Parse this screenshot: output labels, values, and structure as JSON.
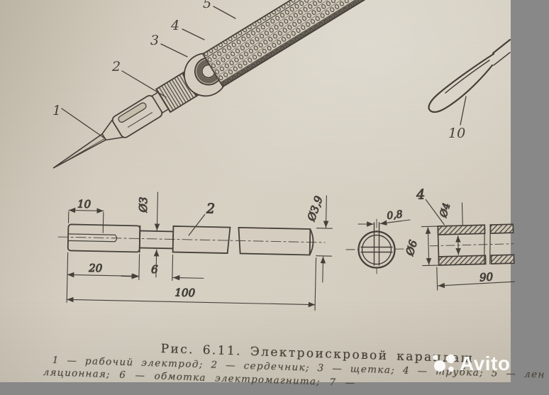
{
  "figure": {
    "caption": "Рис. 6.11. Электроискровой карандаш",
    "legend_line_1": "1 — рабочий электрод; 2 — сердечник; 3 — щетка; 4 — трубка; 5 — лен",
    "legend_line_2": "ляционная; 6 — обмотка электромагнита; 7 —"
  },
  "pictorial_labels": {
    "electrode": "1",
    "core": "2",
    "brush": "3",
    "tube": "4",
    "body": "5",
    "clip": "10"
  },
  "shaft_drawing": {
    "part_label": "2",
    "slot_length": "10",
    "neck_diameter": "Ø3",
    "left_section_length": "20",
    "neck_length": "6",
    "total_length": "100",
    "body_diameter": "Ø3,9"
  },
  "section_drawing": {
    "bar_width": "0,8"
  },
  "tube_drawing": {
    "part_label": "4",
    "inner_diameter": "Ø4",
    "outer_diameter": "Ø6",
    "length": "90"
  },
  "watermark": {
    "brand": "Avito"
  },
  "colors": {
    "paper": "#d6cfc2",
    "ink": "#44403a",
    "watermark_white": "#ffffff"
  }
}
